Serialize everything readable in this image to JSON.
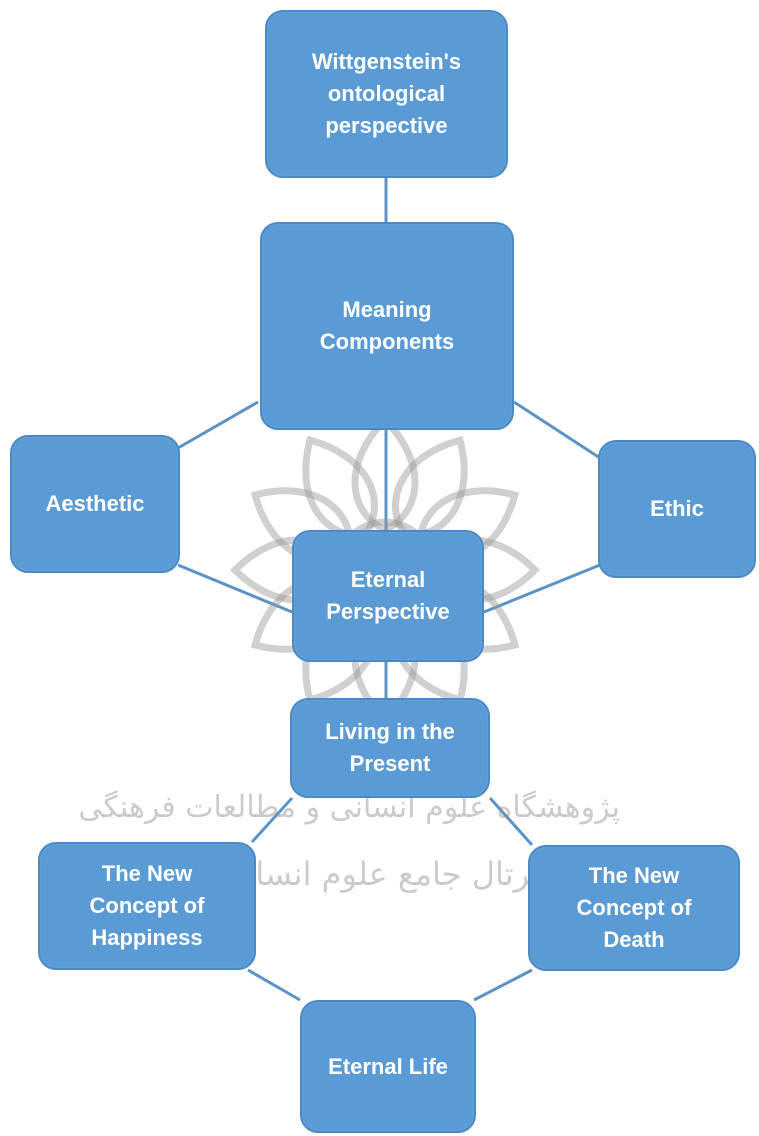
{
  "diagram": {
    "nodes": {
      "ontological": "Wittgenstein's\nontological\nperspective",
      "meaning": "Meaning\nComponents",
      "aesthetic": "Aesthetic",
      "ethic": "Ethic",
      "eternal_perspective": "Eternal\nPerspective",
      "living_present": "Living in the\nPresent",
      "happiness": "The New\nConcept of\nHappiness",
      "death": "The New\nConcept of\nDeath",
      "eternal_life": "Eternal Life"
    },
    "colors": {
      "node_fill": "#5b9bd5",
      "node_border": "#4a89c4",
      "connector": "#5b93c8",
      "text": "#ffffff"
    }
  },
  "watermark": {
    "line1": "پژوهشگاه علوم انسانی و مطالعات فرهنگی",
    "line2": "پرتال جامع علوم انسانی",
    "emblem": "rosette-logo"
  }
}
